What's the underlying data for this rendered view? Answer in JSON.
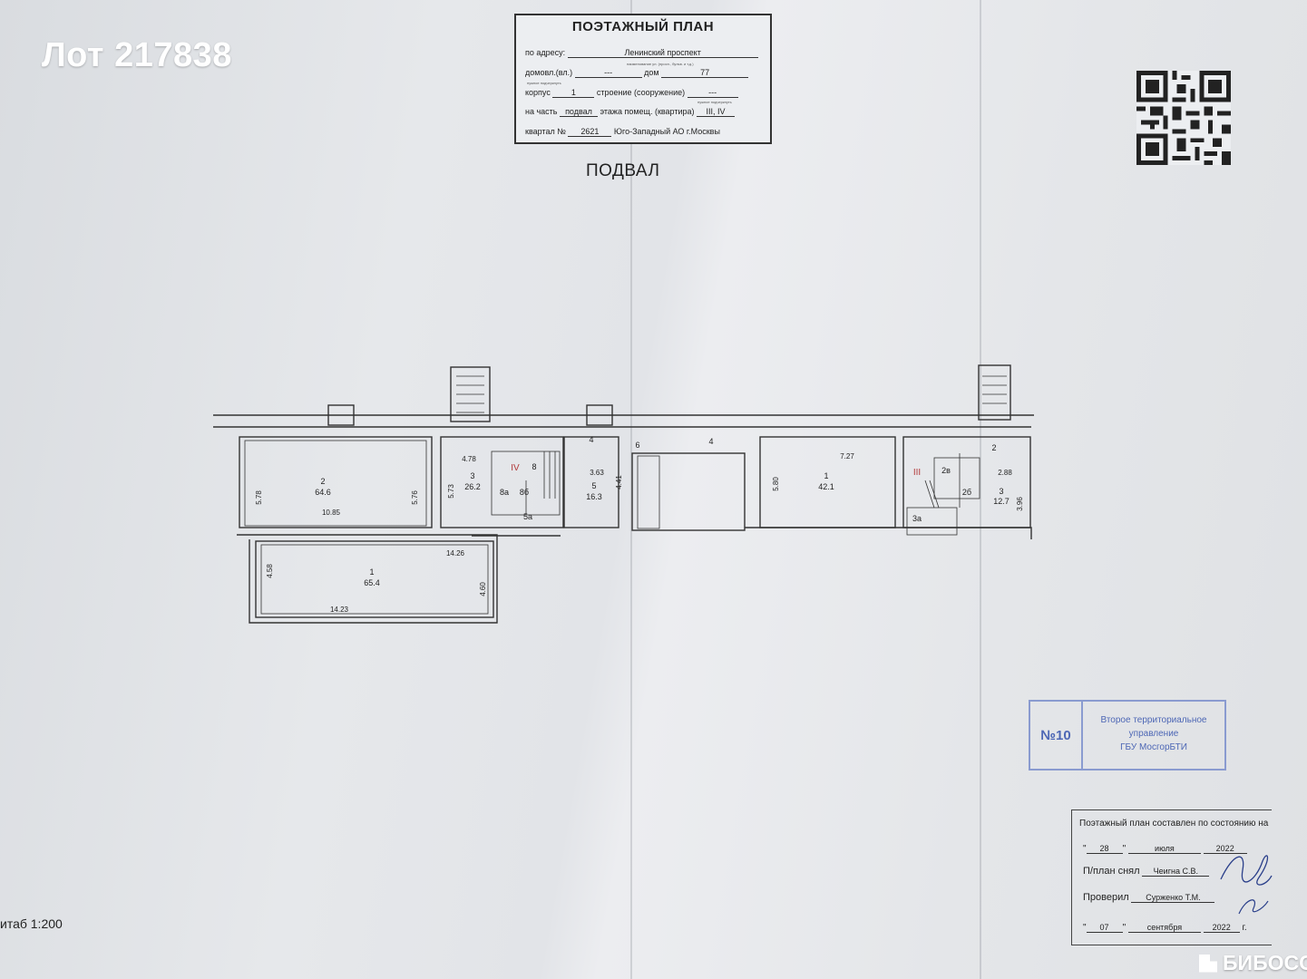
{
  "lot": "Лот 217838",
  "header": {
    "title": "ПОЭТАЖНЫЙ ПЛАН",
    "address_label": "по адресу:",
    "address_value": "Ленинский проспект",
    "address_sub": "наименование ул. (просп., бульв. и т.д.)",
    "domovl_label": "домовл.(вл.)",
    "domovl_value": "---",
    "dom_label": "дом",
    "dom_value": "77",
    "domovl_sub": "нужное подчеркнуть",
    "korpus_label": "корпус",
    "korpus_value": "1",
    "stroenie_label": "строение (сооружение)",
    "stroenie_value": "---",
    "stroenie_sub": "нужное подчеркнуть",
    "part_label": "на часть",
    "part_value": "подвал",
    "part_mid": "этажа помещ. (квартира)",
    "part_rooms": "III, IV",
    "kvartal_label": "квартал №",
    "kvartal_value": "2621",
    "kvartal_tail": "Юго-Западный АО г.Москвы"
  },
  "floor_title": "ПОДВАЛ",
  "plan": {
    "rooms": [
      {
        "num": "2",
        "area": "64.6"
      },
      {
        "num": "1",
        "area": "65.4"
      },
      {
        "num": "3",
        "area": "26.2"
      },
      {
        "num": "5",
        "area": "16.3"
      },
      {
        "num": "1",
        "area": "42.1"
      },
      {
        "num": "3",
        "area": "12.7"
      }
    ],
    "small_labels": [
      "8",
      "8а",
      "8б",
      "5а",
      "4",
      "6",
      "4",
      "2",
      "2в",
      "2б",
      "3а"
    ],
    "premises_labels": [
      "IV",
      "III"
    ],
    "dims": [
      "5.78",
      "5.76",
      "10.85",
      "4.78",
      "5.73",
      "3.63",
      "4.41",
      "14.26",
      "4.58",
      "4.60",
      "14.23",
      "7.27",
      "5.80",
      "2.88",
      "3.96"
    ]
  },
  "stamp": {
    "number": "№10",
    "line1": "Второе территориальное",
    "line2": "управление",
    "line3": "ГБУ МосгорБТИ"
  },
  "footer": {
    "state_label": "Поэтажный план составлен по состоянию на",
    "day1": "28",
    "month1": "июля",
    "year1": "2022",
    "removed_label": "П/план снял",
    "removed_name": "Чеигна С.В.",
    "checked_label": "Проверил",
    "checked_name": "Сурженко Т.М.",
    "day2": "07",
    "month2": "сентября",
    "year2": "2022",
    "year_suffix": "г."
  },
  "scale": "итаб 1:200",
  "brand": "БИБОСС",
  "colors": {
    "stamp": "#4d67b5",
    "premises_mark": "#b23a3a"
  }
}
